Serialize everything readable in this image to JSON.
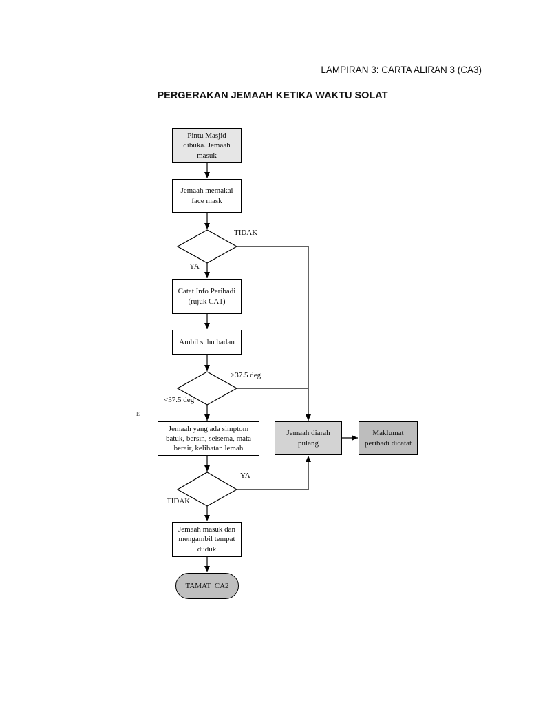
{
  "header": {
    "appendix": "LAMPIRAN 3: CARTA ALIRAN 3 (CA3)"
  },
  "title": "PERGERAKAN JEMAAH KETIKA WAKTU SOLAT",
  "nodes": {
    "start": "Pintu Masjid dibuka. Jemaah masuk",
    "mask": "Jemaah memakai face mask",
    "info": "Catat Info Peribadi (rujuk CA1)",
    "temp": "Ambil suhu badan",
    "symptom": "Jemaah yang ada simptom batuk, bersin, selsema, mata berair, kelihatan lemah",
    "home": "Jemaah diarah pulang",
    "record": "Maklumat peribadi dicatat",
    "enter": "Jemaah masuk dan mengambil tempat duduk",
    "end": "TAMAT  CA2"
  },
  "edge_labels": {
    "mask_no": "TIDAK",
    "mask_yes": "YA",
    "temp_high": ">37.5 deg",
    "temp_low": "<37.5 deg",
    "symptom_yes": "YA",
    "symptom_no": "TIDAK"
  },
  "stray_mark": "E",
  "colors": {
    "box_fill_light": "#e6e6e6",
    "box_fill_mid": "#d3d3d3",
    "box_fill_dark": "#bdbdbd",
    "terminator_fill": "#bfbfbf",
    "white": "#ffffff",
    "line": "#000000"
  }
}
